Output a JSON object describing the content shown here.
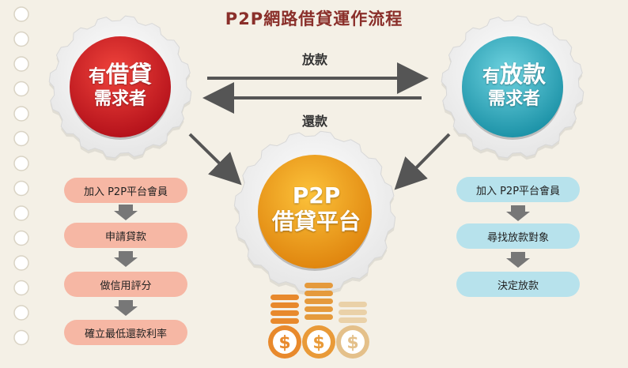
{
  "title": "P2P網路借貸運作流程",
  "flows": {
    "top": "放款",
    "bottom": "還款"
  },
  "borrower": {
    "prefix": "有",
    "main": "借貸",
    "line2": "需求者"
  },
  "lender": {
    "prefix": "有",
    "main": "放款",
    "line2": "需求者"
  },
  "platform": {
    "line1": "P2P",
    "line2": "借貸平台"
  },
  "borrower_steps": [
    "加入 P2P平台會員",
    "申請貸款",
    "做信用評分",
    "確立最低還款利率"
  ],
  "lender_steps": [
    "加入 P2P平台會員",
    "尋找放款對象",
    "決定放款"
  ],
  "coin_icon": "dollar-coin-icon",
  "colors": {
    "borrower": "#d8262b",
    "lender": "#3fb2c4",
    "platform": "#f2a21b",
    "title": "#8a2f2a"
  }
}
